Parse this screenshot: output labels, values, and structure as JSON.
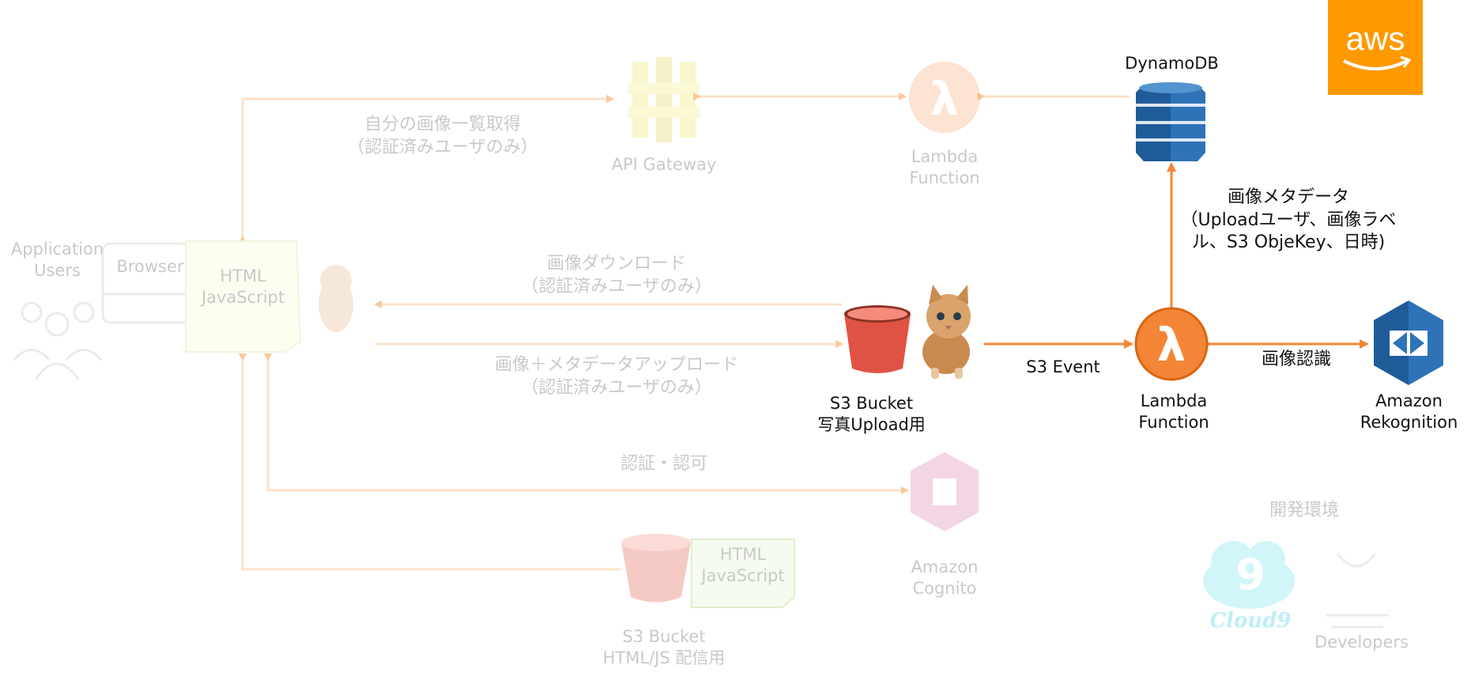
{
  "brand": {
    "logo_text": "aws",
    "color": "#FF9900"
  },
  "colors": {
    "active_orange": "#F58536",
    "faded_orange": "#F9C99B",
    "dynamo_blue": "#2E73B8",
    "s3_red": "#E05243",
    "rekognition_blue": "#2E73B8",
    "cognito_pink": "#C7357C",
    "faded_text": "#C9C9C9",
    "dark_text": "#111111"
  },
  "nodes": {
    "app_users": {
      "label": [
        "Application",
        "Users"
      ],
      "icon": "users-icon"
    },
    "browser": {
      "label": "Browser",
      "icon": "browser-window-icon"
    },
    "html_js_client": {
      "label": [
        "HTML",
        "JavaScript"
      ],
      "icon": "document-icon"
    },
    "api_gateway": {
      "label": "API Gateway",
      "icon": "api-gateway-icon"
    },
    "lambda_top": {
      "label": [
        "Lambda",
        "Function"
      ],
      "icon": "lambda-icon"
    },
    "dynamodb": {
      "label": "DynamoDB",
      "icon": "dynamodb-icon"
    },
    "s3_upload": {
      "label": [
        "S3 Bucket",
        "写真Upload用"
      ],
      "icon": "s3-bucket-icon"
    },
    "lambda_main": {
      "label": [
        "Lambda",
        "Function"
      ],
      "icon": "lambda-icon"
    },
    "rekognition": {
      "label": [
        "Amazon",
        "Rekognition"
      ],
      "icon": "rekognition-icon"
    },
    "cognito": {
      "label": [
        "Amazon",
        "Cognito"
      ],
      "icon": "cognito-icon"
    },
    "s3_hosting": {
      "label": [
        "S3 Bucket",
        "HTML/JS 配信用"
      ],
      "icon": "s3-bucket-icon"
    },
    "hosted_html": {
      "label": [
        "HTML",
        "JavaScript"
      ],
      "icon": "document-icon"
    },
    "dev_env": {
      "label": "開発環境"
    },
    "cloud9": {
      "label": "Cloud9",
      "icon_digit": "9",
      "icon": "cloud9-icon"
    },
    "developers": {
      "label": "Developers",
      "icon": "developer-icon"
    }
  },
  "edges": {
    "list_images": [
      "自分の画像一覧取得",
      "（認証済みユーザのみ）"
    ],
    "download": [
      "画像ダウンロード",
      "（認証済みユーザのみ）"
    ],
    "upload": [
      "画像＋メタデータアップロード",
      "（認証済みユーザのみ）"
    ],
    "auth": "認証・認可",
    "s3_event": "S3 Event",
    "image_recognition": "画像認識",
    "metadata": [
      "画像メタデータ",
      "（Uploadユーザ、画像ラベ",
      "ル、S3 ObjeKey、日時)"
    ]
  }
}
